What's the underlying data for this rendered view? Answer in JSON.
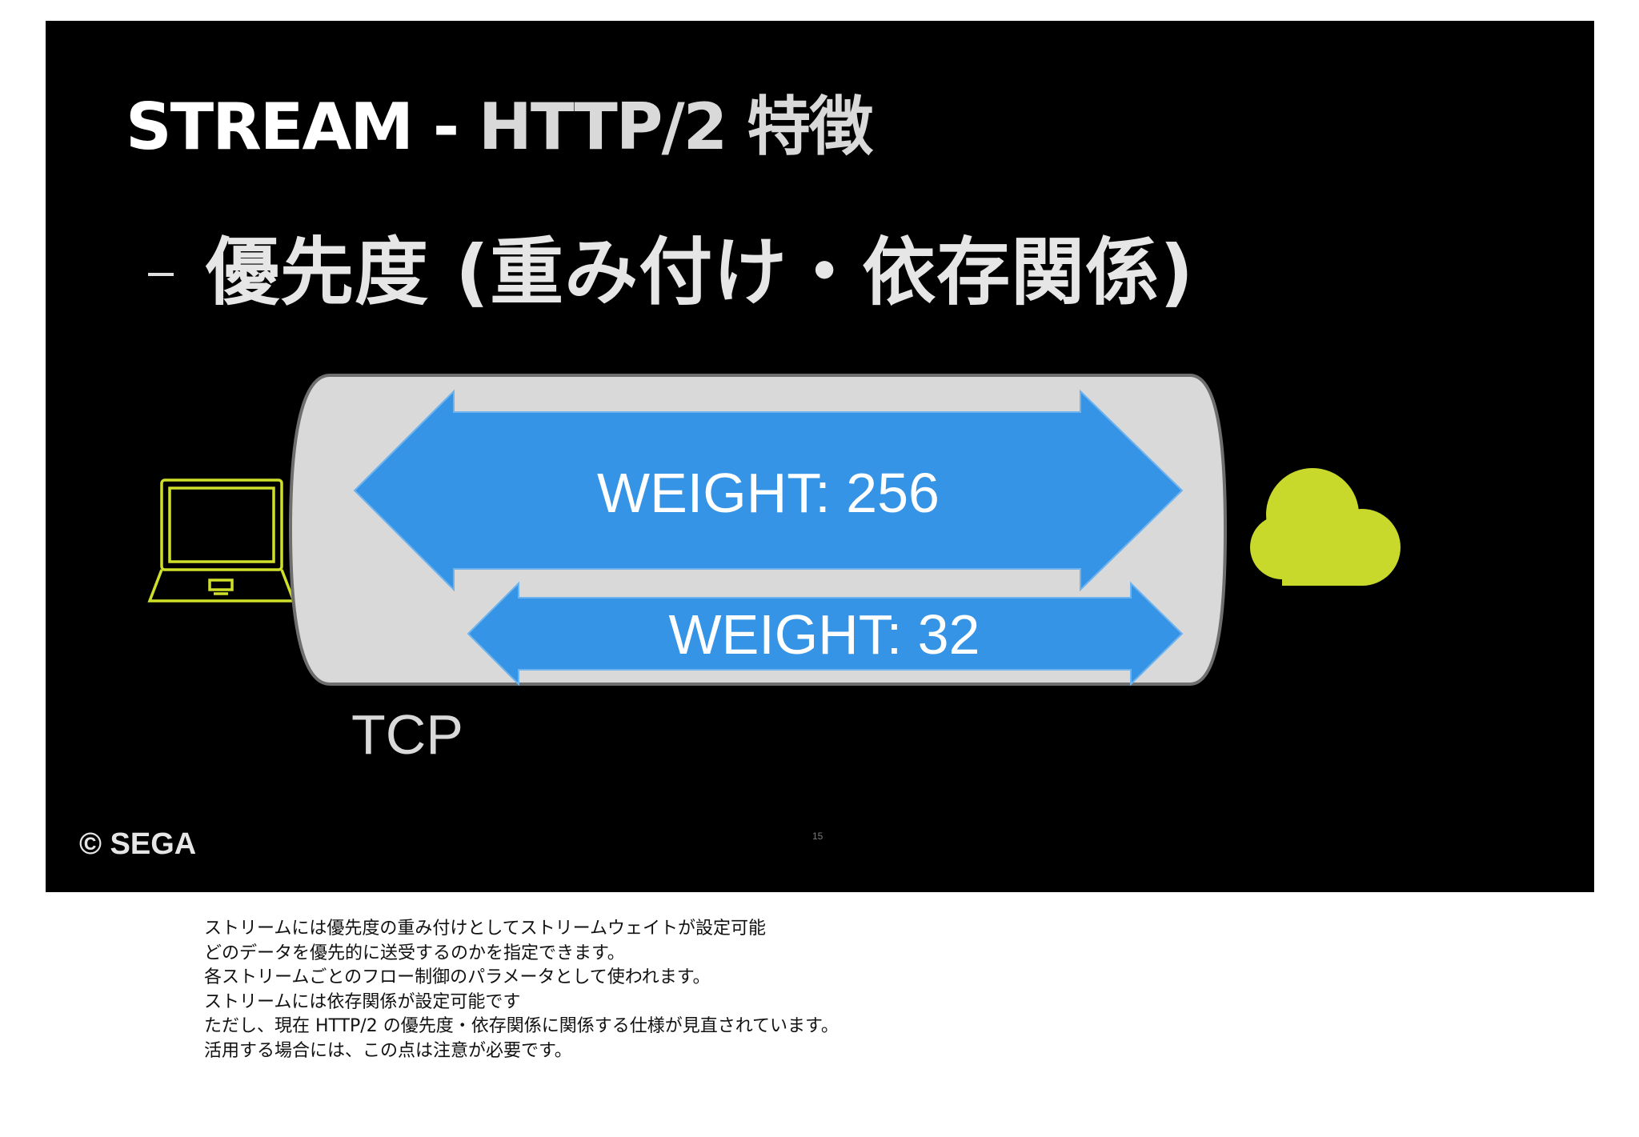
{
  "slide": {
    "title_main": "STREAM - ",
    "title_sub": "HTTP/2 特徴",
    "bullet": "優先度 (重み付け・依存関係)",
    "arrow_large_label": "WEIGHT: 256",
    "arrow_small_label": "WEIGHT: 32",
    "pipe_label": "TCP",
    "copyright": "© SEGA",
    "page_number": "15",
    "colors": {
      "background": "#000000",
      "arrow": "#3594e6",
      "pipe": "#d9d9d9",
      "laptop": "#cfe02a",
      "cloud": "#c8d92c"
    },
    "icons": {
      "client": "laptop-icon",
      "server": "cloud-icon"
    }
  },
  "notes": [
    "ストリームには優先度の重み付けとしてストリームウェイトが設定可能",
    "どのデータを優先的に送受するのかを指定できます。",
    "各ストリームごとのフロー制御のパラメータとして使われます。",
    "ストリームには依存関係が設定可能です",
    "ただし、現在 HTTP/2 の優先度・依存関係に関係する仕様が見直されています。",
    "活用する場合には、この点は注意が必要です。"
  ]
}
